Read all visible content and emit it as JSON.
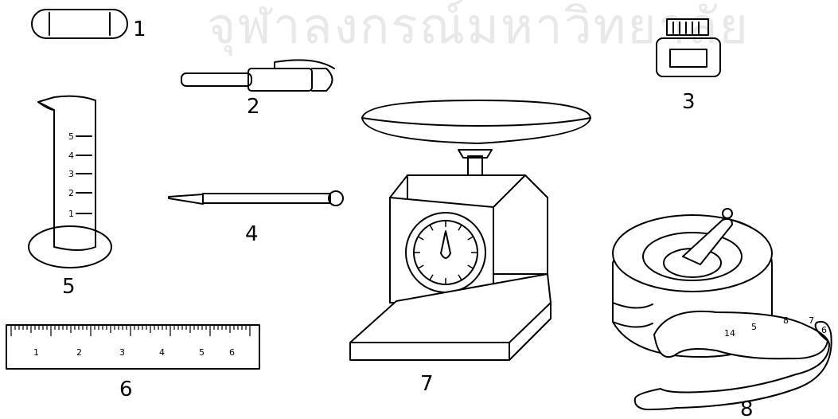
{
  "watermark": "จุฬาลงกรณ์มหาวิทยาลัย",
  "items": [
    {
      "id": "1",
      "label": "1",
      "icon": "capsule-icon"
    },
    {
      "id": "2",
      "label": "2",
      "icon": "pen-icon"
    },
    {
      "id": "3",
      "label": "3",
      "icon": "ink-bottle-icon"
    },
    {
      "id": "4",
      "label": "4",
      "icon": "pin-icon"
    },
    {
      "id": "5",
      "label": "5",
      "icon": "measuring-cylinder-icon"
    },
    {
      "id": "6",
      "label": "6",
      "icon": "ruler-icon"
    },
    {
      "id": "7",
      "label": "7",
      "icon": "weighing-scale-icon"
    },
    {
      "id": "8",
      "label": "8",
      "icon": "measuring-tape-icon"
    }
  ],
  "cylinder_ticks": [
    "5",
    "4",
    "3",
    "2",
    "1"
  ],
  "ruler_ticks": [
    "1",
    "2",
    "3",
    "4",
    "5",
    "6"
  ],
  "tape_ticks": [
    "14",
    "5",
    "8",
    "7",
    "6"
  ]
}
